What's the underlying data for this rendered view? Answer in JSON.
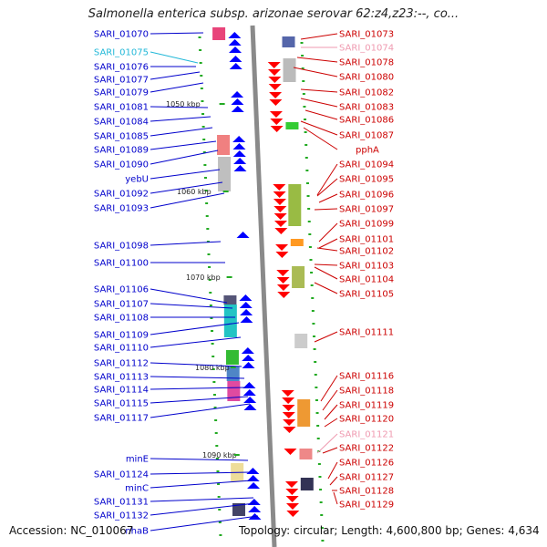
{
  "title": "Salmonella enterica subsp. arizonae serovar 62:z4,z23:--, co...",
  "footer": {
    "accession": "Accession: NC_010067",
    "summary": "Topology: circular; Length: 4,600,800 bp; Genes: 4,634"
  },
  "colors": {
    "left_label": "#0000cc",
    "right_label": "#cc0000",
    "left_highlight": "#22b8d8",
    "right_highlight": "#ef9ab0",
    "strand_forward": "#0000ff",
    "strand_reverse": "#ff0000",
    "backbone": "#888888",
    "kbp_tick": "#22aa22"
  },
  "kbp_markers": [
    "1050 kbp",
    "1060 kbp",
    "1070 kbp",
    "1080 kbp",
    "1090 kbp"
  ],
  "left_labels": [
    {
      "text": "SARI_01070",
      "highlight": false
    },
    {
      "text": "SARI_01075",
      "highlight": true
    },
    {
      "text": "SARI_01076",
      "highlight": false
    },
    {
      "text": "SARI_01077",
      "highlight": false
    },
    {
      "text": "SARI_01079",
      "highlight": false
    },
    {
      "text": "SARI_01081",
      "highlight": false
    },
    {
      "text": "SARI_01084",
      "highlight": false
    },
    {
      "text": "SARI_01085",
      "highlight": false
    },
    {
      "text": "SARI_01089",
      "highlight": false
    },
    {
      "text": "SARI_01090",
      "highlight": false
    },
    {
      "text": "yebU",
      "highlight": false
    },
    {
      "text": "SARI_01092",
      "highlight": false
    },
    {
      "text": "SARI_01093",
      "highlight": false
    },
    {
      "text": "SARI_01098",
      "highlight": false
    },
    {
      "text": "SARI_01100",
      "highlight": false
    },
    {
      "text": "SARI_01106",
      "highlight": false
    },
    {
      "text": "SARI_01107",
      "highlight": false
    },
    {
      "text": "SARI_01108",
      "highlight": false
    },
    {
      "text": "SARI_01109",
      "highlight": false
    },
    {
      "text": "SARI_01110",
      "highlight": false
    },
    {
      "text": "SARI_01112",
      "highlight": false
    },
    {
      "text": "SARI_01113",
      "highlight": false
    },
    {
      "text": "SARI_01114",
      "highlight": false
    },
    {
      "text": "SARI_01115",
      "highlight": false
    },
    {
      "text": "SARI_01117",
      "highlight": false
    },
    {
      "text": "minE",
      "highlight": false
    },
    {
      "text": "SARI_01124",
      "highlight": false
    },
    {
      "text": "minC",
      "highlight": false
    },
    {
      "text": "SARI_01131",
      "highlight": false
    },
    {
      "text": "SARI_01132",
      "highlight": false
    },
    {
      "text": "nhaB",
      "highlight": false
    }
  ],
  "right_labels": [
    {
      "text": "SARI_01073",
      "highlight": false
    },
    {
      "text": "SARI_01074",
      "highlight": true
    },
    {
      "text": "SARI_01078",
      "highlight": false
    },
    {
      "text": "SARI_01080",
      "highlight": false
    },
    {
      "text": "SARI_01082",
      "highlight": false
    },
    {
      "text": "SARI_01083",
      "highlight": false
    },
    {
      "text": "SARI_01086",
      "highlight": false
    },
    {
      "text": "SARI_01087",
      "highlight": false
    },
    {
      "text": "pphA",
      "highlight": false
    },
    {
      "text": "SARI_01094",
      "highlight": false
    },
    {
      "text": "SARI_01095",
      "highlight": false
    },
    {
      "text": "SARI_01096",
      "highlight": false
    },
    {
      "text": "SARI_01097",
      "highlight": false
    },
    {
      "text": "SARI_01099",
      "highlight": false
    },
    {
      "text": "SARI_01101",
      "highlight": false
    },
    {
      "text": "SARI_01102",
      "highlight": false
    },
    {
      "text": "SARI_01103",
      "highlight": false
    },
    {
      "text": "SARI_01104",
      "highlight": false
    },
    {
      "text": "SARI_01105",
      "highlight": false
    },
    {
      "text": "SARI_01111",
      "highlight": false
    },
    {
      "text": "SARI_01116",
      "highlight": false
    },
    {
      "text": "SARI_01118",
      "highlight": false
    },
    {
      "text": "SARI_01119",
      "highlight": false
    },
    {
      "text": "SARI_01120",
      "highlight": false
    },
    {
      "text": "SARI_01121",
      "highlight": true
    },
    {
      "text": "SARI_01122",
      "highlight": false
    },
    {
      "text": "SARI_01126",
      "highlight": false
    },
    {
      "text": "SARI_01127",
      "highlight": false
    },
    {
      "text": "SARI_01128",
      "highlight": false
    },
    {
      "text": "SARI_01129",
      "highlight": false
    }
  ]
}
